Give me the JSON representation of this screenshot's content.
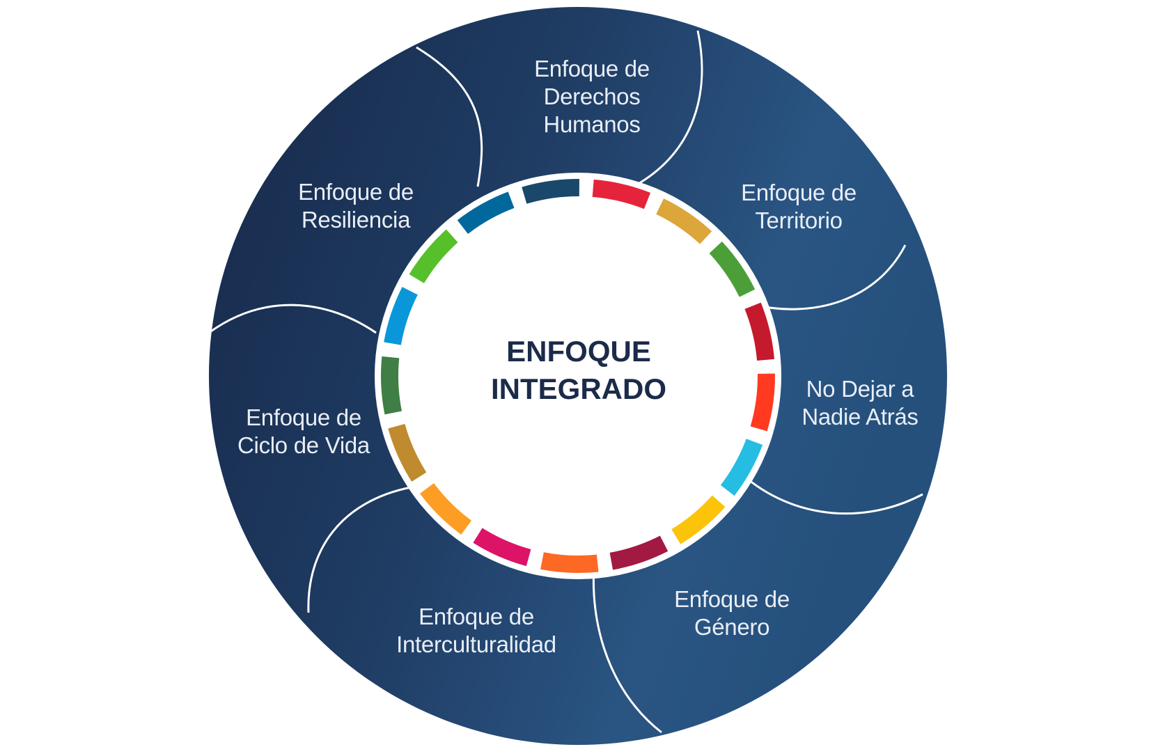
{
  "center": {
    "line1": "ENFOQUE",
    "line2": "INTEGRADO"
  },
  "segments": [
    {
      "line1": "Enfoque de",
      "line2": "Derechos",
      "line3": "Humanos"
    },
    {
      "line1": "Enfoque de",
      "line2": "Territorio"
    },
    {
      "line1": "No Dejar a",
      "line2": "Nadie Atrás"
    },
    {
      "line1": "Enfoque de",
      "line2": "Género"
    },
    {
      "line1": "Enfoque de",
      "line2": "Interculturalidad"
    },
    {
      "line1": "Enfoque de",
      "line2": "Ciclo de Vida"
    },
    {
      "line1": "Enfoque de",
      "line2": "Resiliencia"
    }
  ],
  "colors": {
    "ring_dark": "#1a2b48",
    "ring_light": "#2c5a8a",
    "center_text": "#1b2b49",
    "segment_text": "#e9eef5",
    "divider": "#ffffff"
  },
  "sdg_colors": [
    "#e5243b",
    "#dda63a",
    "#4c9f38",
    "#c5192d",
    "#ff3a21",
    "#26bde2",
    "#fcc30b",
    "#a21942",
    "#fd6925",
    "#dd1367",
    "#fd9d24",
    "#bf8b2e",
    "#3f7e44",
    "#0a97d9",
    "#56c02b",
    "#00689d",
    "#19486a"
  ]
}
